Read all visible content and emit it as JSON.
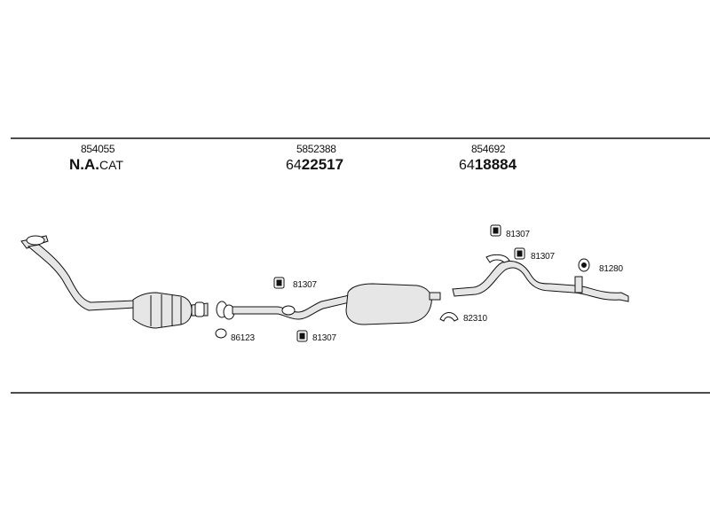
{
  "header_sections": [
    {
      "part_number": "854055",
      "label_bold": "N.A.",
      "label_regular": "CAT"
    },
    {
      "part_number": "5852388",
      "code_prefix": "64",
      "code_main": "22517"
    },
    {
      "part_number": "854692",
      "code_prefix": "64",
      "code_main": "18884"
    }
  ],
  "parts": {
    "gasket_front": "86123",
    "clamp_mid_upper": "81307",
    "clamp_mid_lower": "81307",
    "clamp_rear_mount": "82310",
    "hanger_rear_1": "81307",
    "hanger_rear_2": "81307",
    "rubber_mount_tail": "81280"
  },
  "colors": {
    "line": "#111111",
    "part_fill": "#e6e6e6"
  }
}
